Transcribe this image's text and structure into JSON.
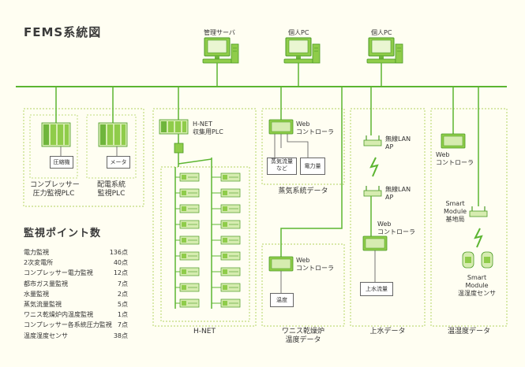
{
  "title": "FEMS系統図",
  "top_devices": {
    "server": "管理サーバ",
    "pc1": "個人PC",
    "pc2": "個人PC"
  },
  "compressor": {
    "device": "圧縮機",
    "label_line1": "コンプレッサー",
    "label_line2": "圧力監視PLC"
  },
  "power": {
    "device": "メータ",
    "label_line1": "配電系統",
    "label_line2": "監視PLC"
  },
  "hnet": {
    "plc_line1": "H-NET",
    "plc_line2": "収集用PLC",
    "group_label": "H-NET"
  },
  "steam": {
    "controller_line1": "Web",
    "controller_line2": "コントローラ",
    "sensor_flow_line1": "蒸気流量",
    "sensor_flow_line2": "など",
    "sensor_power": "電力量",
    "group_label": "蒸気系統データ"
  },
  "dryer": {
    "controller_line1": "Web",
    "controller_line2": "コントローラ",
    "sensor": "温度",
    "group_line1": "ワニス乾燥炉",
    "group_line2": "温度データ"
  },
  "water": {
    "ap1_line1": "無線LAN",
    "ap1_line2": "AP",
    "ap2_line1": "無線LAN",
    "ap2_line2": "AP",
    "controller_line1": "Web",
    "controller_line2": "コントローラ",
    "sensor": "上水流量",
    "group_label": "上水データ"
  },
  "humidity": {
    "controller_line1": "Web",
    "controller_line2": "コントローラ",
    "base_line1": "Smart",
    "base_line2": "Module",
    "base_line3": "基地局",
    "sensor_line1": "Smart",
    "sensor_line2": "Module",
    "sensor_line3": "温湿度センサ",
    "group_label": "温湿度データ"
  },
  "points": {
    "title": "監視ポイント数",
    "rows": [
      {
        "name": "電力監視",
        "count": "136点"
      },
      {
        "name": "2次変電所",
        "count": "40点"
      },
      {
        "name": "コンプレッサー電力監視",
        "count": "12点"
      },
      {
        "name": "都市ガス量監視",
        "count": "7点"
      },
      {
        "name": "水量監視",
        "count": "2点"
      },
      {
        "name": "蒸気流量監視",
        "count": "5点"
      },
      {
        "name": "ワニス乾燥炉内温度監視",
        "count": "1点"
      },
      {
        "name": "コンプレッサー各系統圧力監視",
        "count": "7点"
      },
      {
        "name": "温度湿度センサ",
        "count": "38点"
      }
    ]
  },
  "colors": {
    "line": "#5cb531",
    "device": "#8fcc4a",
    "device_light": "#d6ecb0",
    "dash": "#c2dc7e",
    "background": "#fffef2"
  }
}
